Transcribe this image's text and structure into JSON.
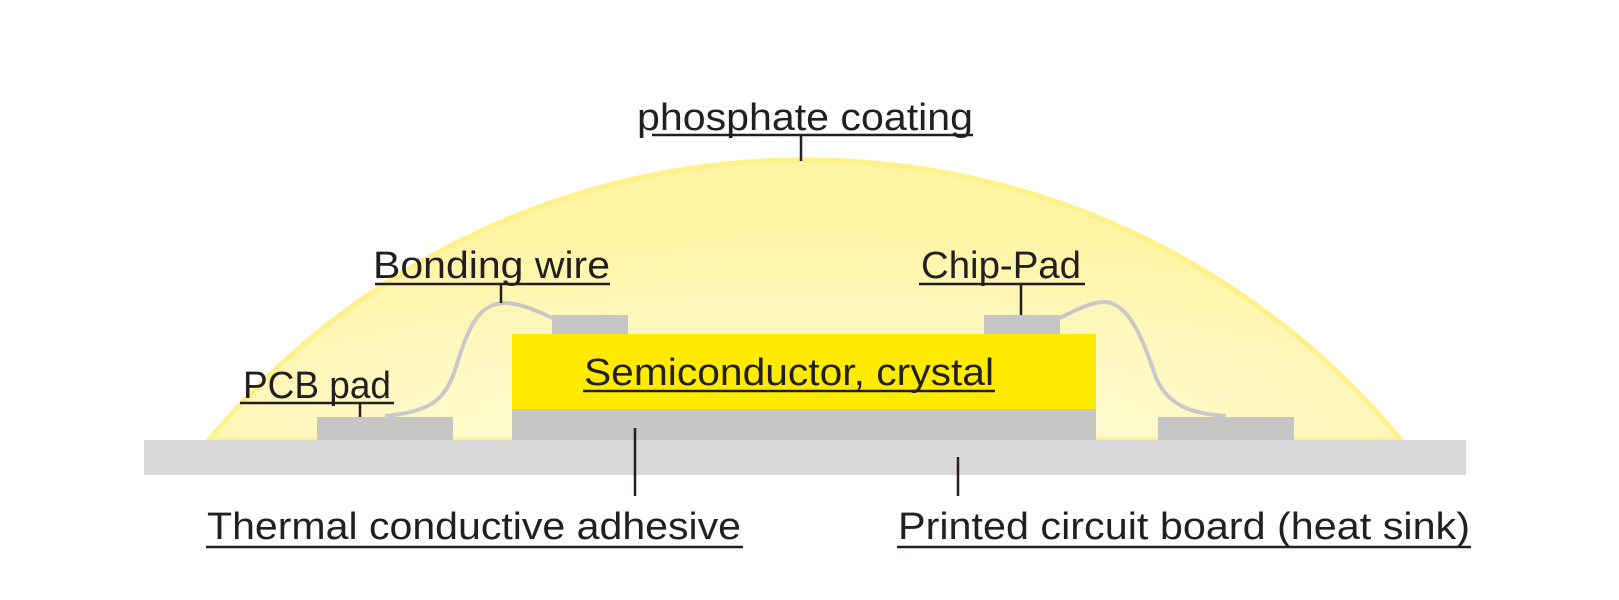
{
  "labels": {
    "phosphate_coating": "phosphate coating",
    "bonding_wire": "Bonding wire",
    "chip_pad": "Chip-Pad",
    "pcb_pad": "PCB pad",
    "semiconductor": "Semiconductor, crystal",
    "adhesive": "Thermal conductive adhesive",
    "pcb": "Printed circuit board (heat sink)"
  },
  "colors": {
    "coating_center": "#fffcdc",
    "coating_edge": "#fff3a0",
    "coating_stroke": "#fff08a",
    "semiconductor": "#ffeb00",
    "pad": "#c6c6c5",
    "board": "#d9d9d9",
    "wire": "#c8c8c8",
    "text": "#231f20"
  }
}
